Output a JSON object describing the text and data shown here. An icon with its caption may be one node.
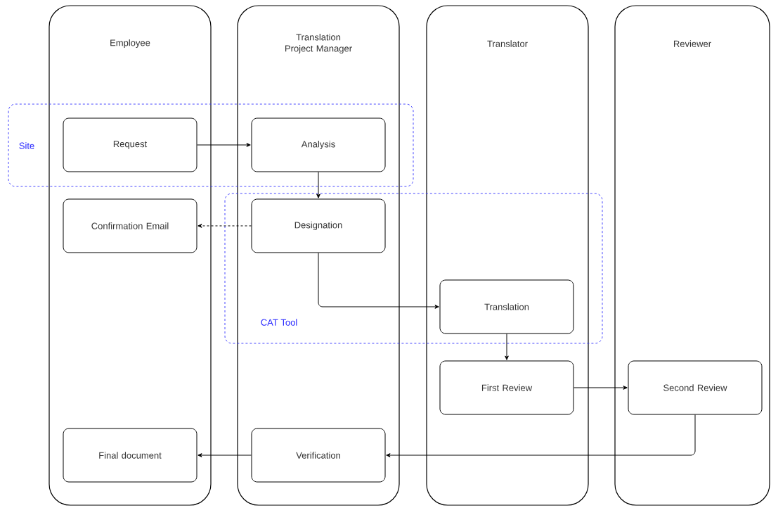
{
  "diagram": {
    "nodes": [
      {
        "text": [
          "Employee"
        ]
      },
      {
        "text": [
          "Translation Project Manager"
        ]
      },
      {
        "text": [
          "Translator"
        ]
      },
      {
        "text": [
          "Reviewer"
        ]
      },
      {
        "text": [
          "Request"
        ],
        "in": 0
      },
      {
        "text": [
          "Analysis"
        ],
        "in": 1
      },
      {
        "text": [
          "Confirmation Email"
        ],
        "in": 0
      },
      {
        "text": [
          "Designation"
        ],
        "in": 1
      },
      {
        "text": [
          "Translation"
        ],
        "in": 2
      },
      {
        "text": [
          "First Review"
        ],
        "in": 2
      },
      {
        "text": [
          "Second Review"
        ],
        "in": 3
      },
      {
        "text": [
          "Final document"
        ],
        "in": 0
      },
      {
        "text": [
          "Verification"
        ],
        "in": 1
      }
    ],
    "edges": [
      {
        "from": 4,
        "to": 5,
        "arrow": "to"
      },
      {
        "from": 5,
        "to": 7,
        "arrow": "to"
      },
      {
        "from": 7,
        "to": 6,
        "arrow": "to",
        "style": "dashed"
      },
      {
        "from": 7,
        "to": 8,
        "arrow": "to"
      },
      {
        "from": 8,
        "to": 9,
        "arrow": "to"
      },
      {
        "from": 9,
        "to": 10,
        "arrow": "to"
      },
      {
        "from": 10,
        "to": 12,
        "arrow": "to"
      },
      {
        "from": 12,
        "to": 11,
        "arrow": "to"
      }
    ],
    "labels": [
      "Site",
      "CAT Tool"
    ]
  }
}
